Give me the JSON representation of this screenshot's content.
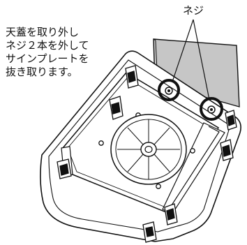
{
  "instructions": {
    "lines": [
      "天蓋を取り外し",
      "ネジ２本を外して",
      "サインプレートを",
      "抜き取ります。"
    ]
  },
  "callout": {
    "label": "ネジ"
  },
  "colors": {
    "plate_fill": "#c6c6c6",
    "line": "#111111",
    "background": "#ffffff"
  }
}
